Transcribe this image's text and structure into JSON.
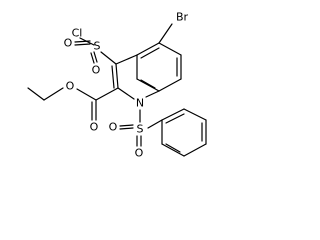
{
  "molecule": {
    "atom_labels": {
      "br": "Br",
      "cl": "Cl",
      "s_top": "S",
      "o_top_left": "O",
      "o_top_bottom": "O",
      "o_ester_carbonyl": "O",
      "o_ester_ether": "O",
      "n_ring": "N",
      "s_bottom": "S",
      "o_bottom_left": "O",
      "o_bottom_down": "O"
    },
    "colors": {
      "bond": "#000000",
      "text": "#000000",
      "background": "#ffffff"
    }
  }
}
